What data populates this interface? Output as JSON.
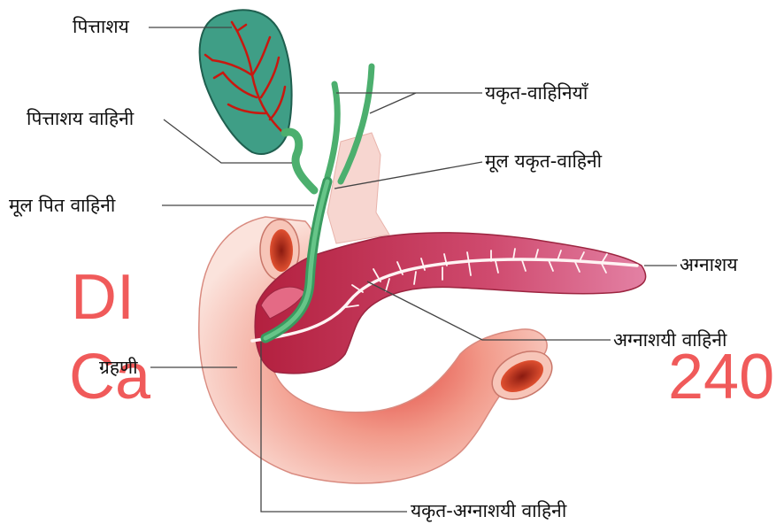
{
  "labels": {
    "gallbladder": "पित्ताशय",
    "cystic_duct": "पित्ताशय वाहिनी",
    "common_bile_duct": "मूल पित वाहिनी",
    "hepatic_ducts": "यकृत-वाहिनियाँ",
    "common_hepatic_duct": "मूल यकृत-वाहिनी",
    "pancreas": "अग्नाशय",
    "pancreatic_duct": "अग्नाशयी वाहिनी",
    "duodenum": "ग्रहणी",
    "hepatopancreatic_duct": "यकृत-अग्नाशयी वाहिनी"
  },
  "watermark": {
    "left_top": "DI",
    "left_bottom": "Ca",
    "right": "240"
  },
  "colors": {
    "gallbladder": "#3f9e86",
    "bile_duct": "#4caf6e",
    "pancreas": "#c2385a",
    "duodenum": "#f3b8aa",
    "watermark": "#f05a5a"
  }
}
